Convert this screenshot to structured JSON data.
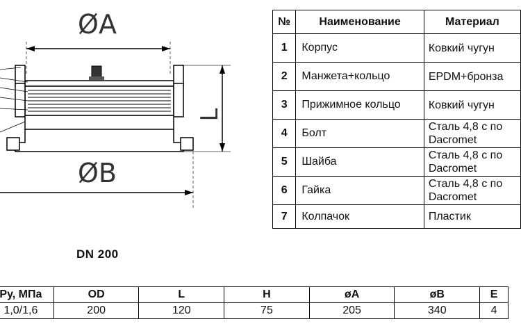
{
  "drawing": {
    "dim_a": "ØA",
    "dim_b": "ØB",
    "dim_l": "L",
    "caption": "DN 200"
  },
  "parts_table": {
    "headers": [
      "№",
      "Наименование",
      "Материал"
    ],
    "rows": [
      {
        "no": "1",
        "name": "Корпус",
        "material": "Ковкий чугун"
      },
      {
        "no": "2",
        "name": "Манжета+кольцо",
        "material": "EPDM+бронза"
      },
      {
        "no": "3",
        "name": "Прижимное кольцо",
        "material": "Ковкий чугун"
      },
      {
        "no": "4",
        "name": "Болт",
        "material": "Сталь 4,8 с по",
        "material2": "Dacromet"
      },
      {
        "no": "5",
        "name": "Шайба",
        "material": "Сталь 4,8 с по",
        "material2": "Dacromet"
      },
      {
        "no": "6",
        "name": "Гайка",
        "material": "Сталь 4,8 с по",
        "material2": "Dacromet"
      },
      {
        "no": "7",
        "name": "Колпачок",
        "material": "Пластик"
      }
    ]
  },
  "specs_table": {
    "headers": [
      "Ру, МПа",
      "OD",
      "L",
      "H",
      "øA",
      "øB",
      "E"
    ],
    "values": [
      "1,0/1,6",
      "200",
      "120",
      "75",
      "205",
      "340",
      "4"
    ]
  }
}
